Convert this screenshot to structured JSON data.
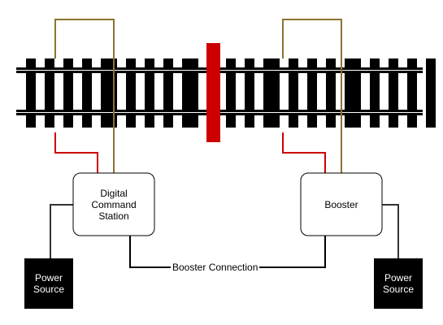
{
  "diagram": {
    "dcs_label": "Digital Command Station",
    "booster_label": "Booster",
    "power_left_label": "Power Source",
    "power_right_label": "Power Source",
    "booster_connection_label": "Booster Connection"
  },
  "colors": {
    "rail": "#000000",
    "track_wire": "#8b7332",
    "feeder_wire": "#cc0000",
    "insulator": "#cc0000",
    "box_fill": "#ffffff",
    "box_stroke": "#000000",
    "power_fill": "#000000"
  }
}
